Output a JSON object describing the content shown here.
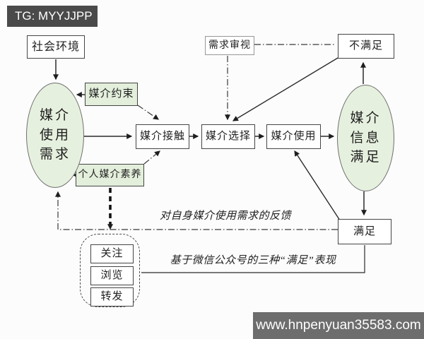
{
  "tag": {
    "text": "TG: MYYJJPP"
  },
  "watermark": {
    "text": "www.hnpenyuan35583.com"
  },
  "colors": {
    "node_green_fill": "#e3eedb",
    "tag_bg": "#4a4a4a",
    "watermark_bg": "#6d6d6d",
    "line": "#2b2b2b"
  },
  "nodes": {
    "social_environment": "社会环境",
    "media_constraint": "媒介约束",
    "personal_media_literacy": "个人媒介素养",
    "media_use_need": "媒介\n使用\n需求",
    "media_contact": "媒介接触",
    "media_selection": "媒介选择",
    "media_use": "媒介使用",
    "need_review": "需求审视",
    "not_satisfied": "不满足",
    "media_info_satisfaction": "媒介\n信息\n满足",
    "satisfied": "满足",
    "follow": "关注",
    "browse": "浏览",
    "forward": "转发"
  },
  "edge_labels": {
    "feedback": "对自身媒介使用需求的反馈",
    "three_manifestations": "基于微信公众号的三种“满足”表现"
  }
}
